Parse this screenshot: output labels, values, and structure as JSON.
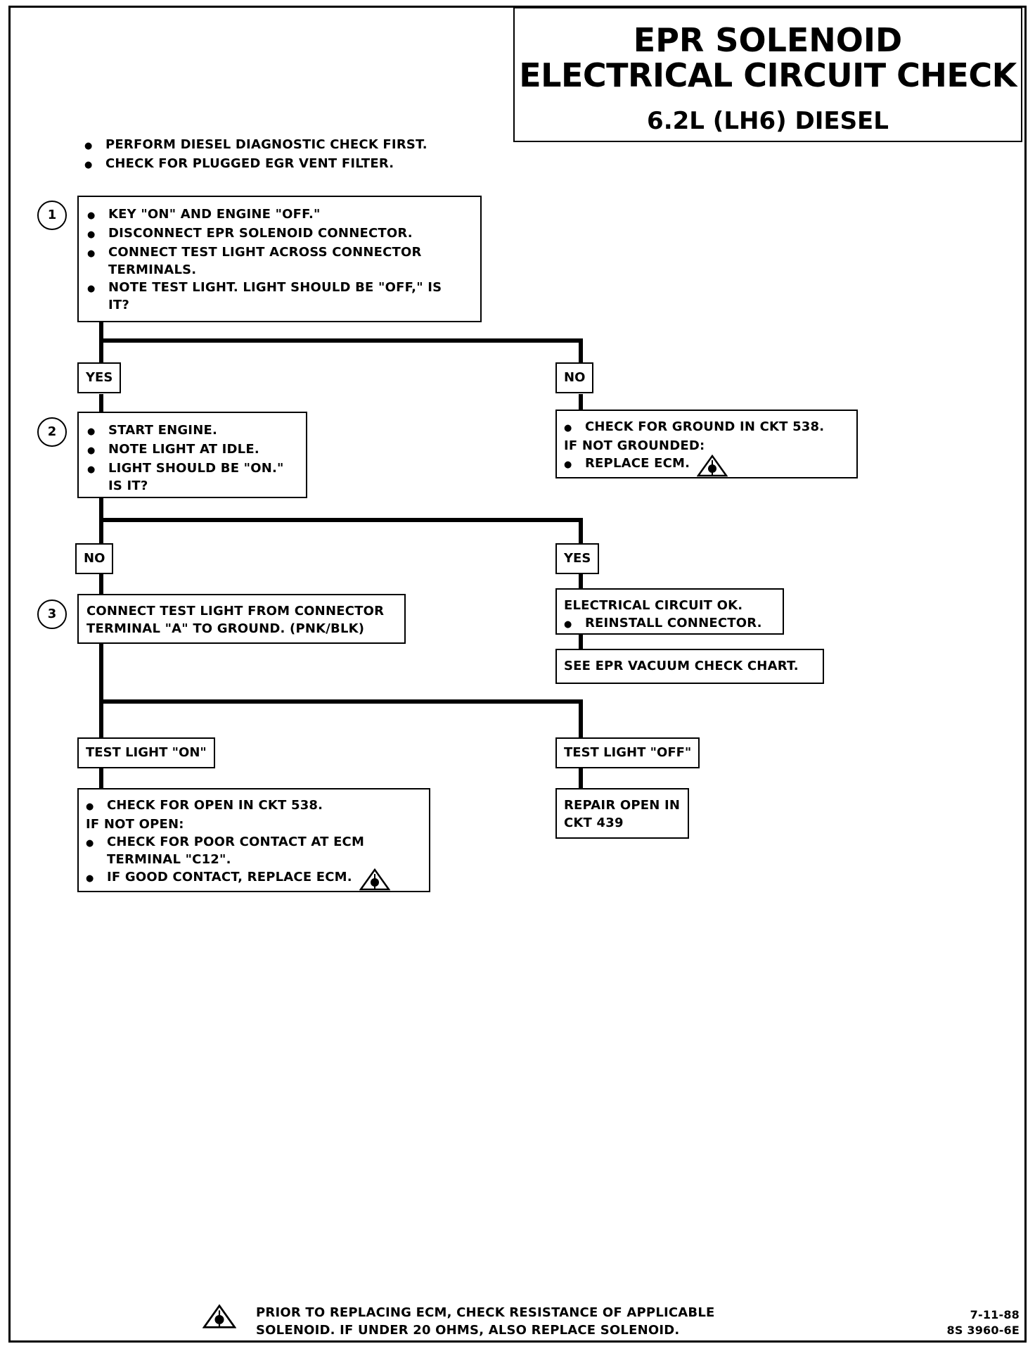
{
  "header": {
    "title_line1": "EPR SOLENOID",
    "title_line2": "ELECTRICAL CIRCUIT CHECK",
    "subtitle": "6.2L (LH6) DIESEL"
  },
  "preconditions": [
    "PERFORM DIESEL DIAGNOSTIC CHECK FIRST.",
    "CHECK FOR PLUGGED EGR VENT FILTER."
  ],
  "step1": {
    "number": "1",
    "items": [
      "KEY \"ON\" AND ENGINE \"OFF.\"",
      "DISCONNECT EPR SOLENOID CONNECTOR.",
      "CONNECT TEST LIGHT ACROSS CONNECTOR TERMINALS.",
      "NOTE TEST LIGHT. LIGHT SHOULD BE \"OFF,\" IS IT?"
    ],
    "yes_label": "YES",
    "no_label": "NO"
  },
  "step1_no_result": {
    "line1": "CHECK FOR GROUND IN CKT 538.",
    "line2": "IF NOT GROUNDED:",
    "line3": "REPLACE ECM."
  },
  "step2": {
    "number": "2",
    "items": [
      "START ENGINE.",
      "NOTE LIGHT AT IDLE.",
      "LIGHT SHOULD BE \"ON.\" IS IT?"
    ],
    "no_label": "NO",
    "yes_label": "YES"
  },
  "step2_yes_result": {
    "line1": "ELECTRICAL CIRCUIT OK.",
    "line2": "REINSTALL CONNECTOR.",
    "followup": "SEE EPR VACUUM CHECK CHART."
  },
  "step3": {
    "number": "3",
    "text": "CONNECT TEST LIGHT FROM CONNECTOR TERMINAL \"A\" TO GROUND. (PNK/BLK)",
    "on_label": "TEST LIGHT \"ON\"",
    "off_label": "TEST LIGHT \"OFF\""
  },
  "step3_on_result": {
    "line1": "CHECK FOR OPEN IN CKT 538.",
    "line2": "IF NOT OPEN:",
    "line3": "CHECK FOR POOR CONTACT AT ECM TERMINAL \"C12\".",
    "line4": "IF GOOD CONTACT, REPLACE ECM."
  },
  "step3_off_result": {
    "text": "REPAIR OPEN IN CKT 439"
  },
  "footer": {
    "note_line1": "PRIOR TO REPLACING ECM, CHECK RESISTANCE OF APPLICABLE",
    "note_line2": "SOLENOID. IF UNDER 20 OHMS, ALSO REPLACE SOLENOID.",
    "date": "7-11-88",
    "code": "8S 3960-6E"
  },
  "icons": {
    "warning": "ecm-warning-triangle-icon"
  }
}
